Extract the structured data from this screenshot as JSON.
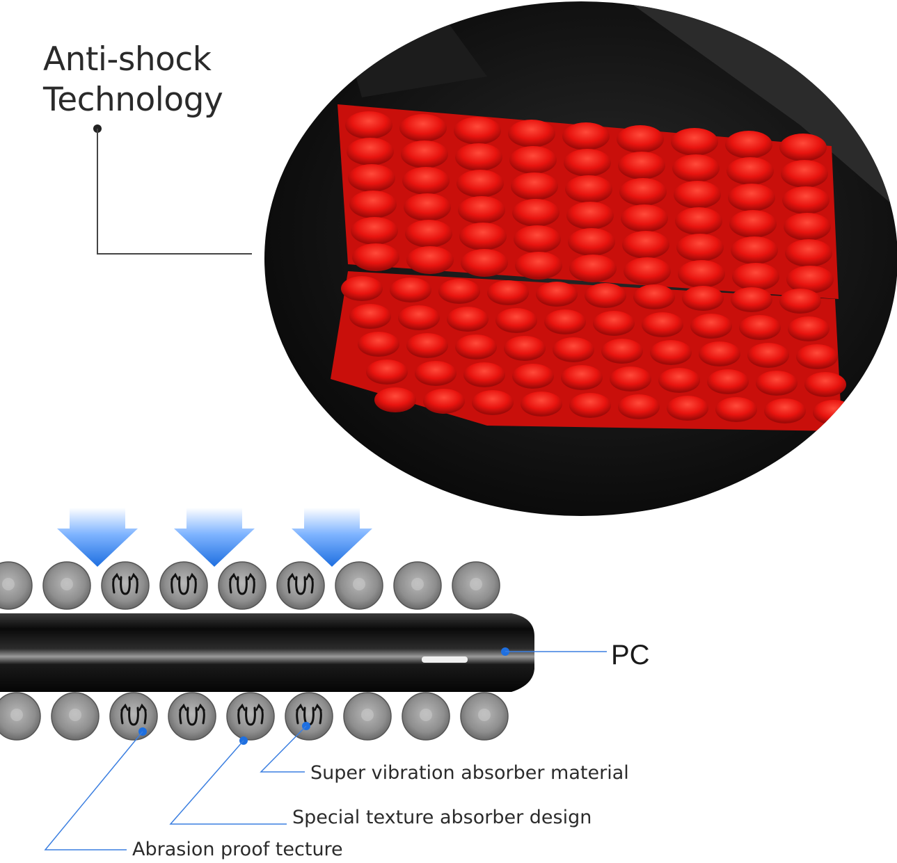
{
  "heading": {
    "line1": "Anti-shock",
    "line2": "Technology"
  },
  "labels": {
    "pc": "PC",
    "super_vibration": "Super vibration absorber material",
    "special_texture": "Special texture absorber design",
    "abrasion": "Abrasion proof tecture"
  },
  "colors": {
    "accent_blue": "#1e6fe0",
    "cushion_red": "#e8140f",
    "bag_black": "#141414",
    "ball_gray": "#8e8e8e",
    "text": "#2a2a2a"
  },
  "icons": [
    "down-arrow-icon",
    "rebound-arrows-icon"
  ]
}
